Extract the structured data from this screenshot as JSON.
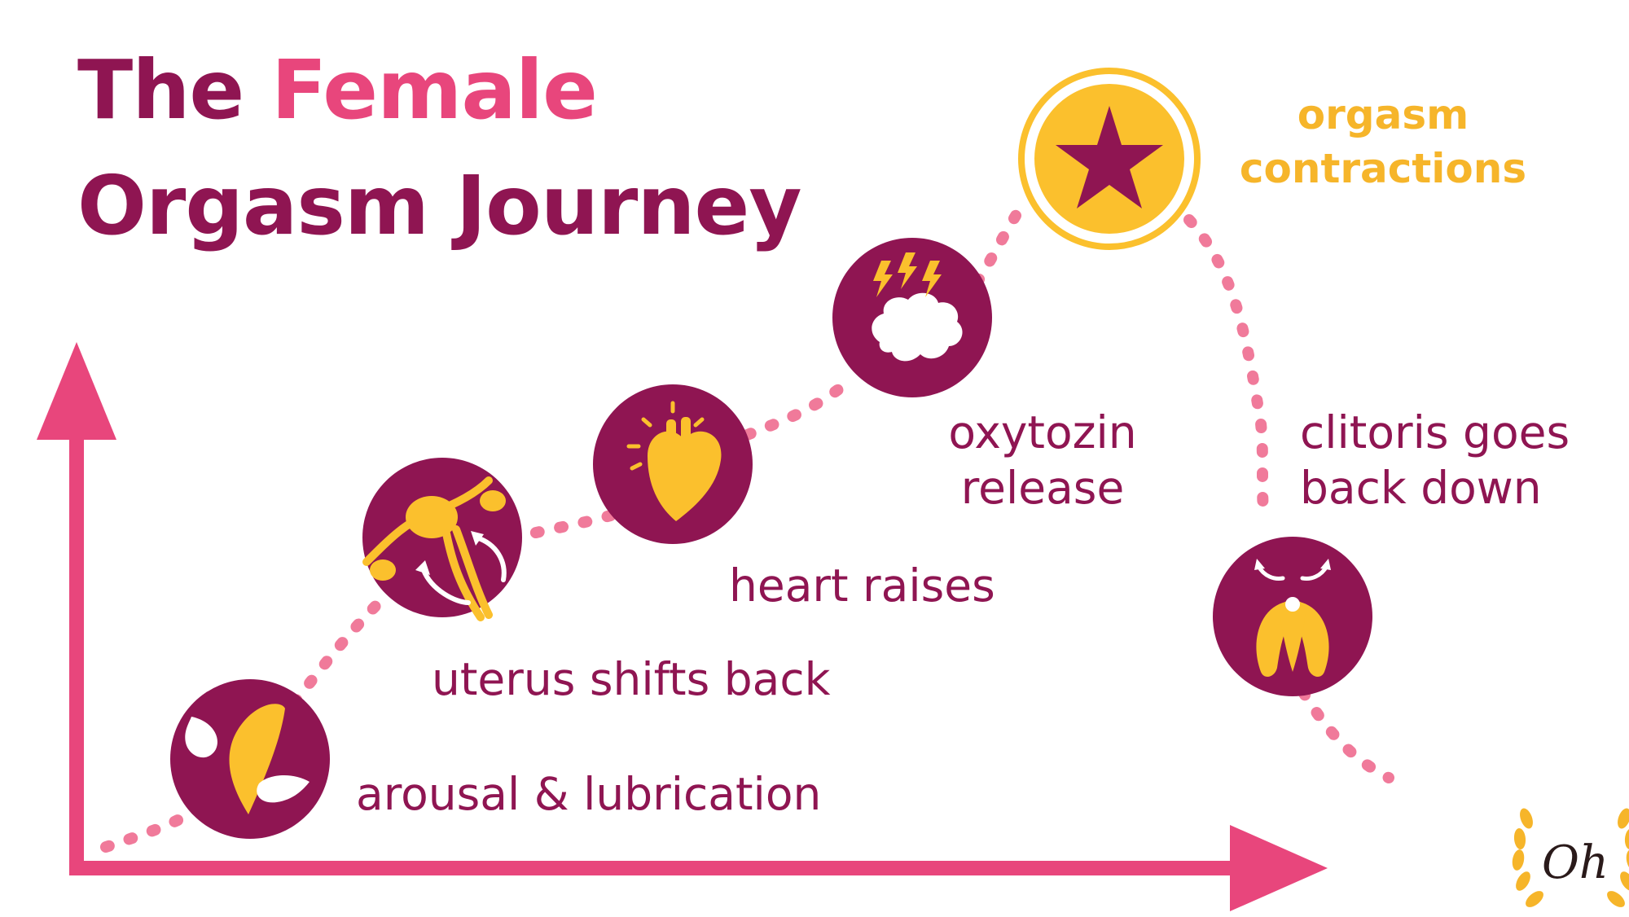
{
  "title": {
    "line1_part1": "The ",
    "line1_accent": "Female",
    "line2": "Orgasm Journey"
  },
  "stages": [
    {
      "label": "arousal & lubrication",
      "icon": "droplets-icon"
    },
    {
      "label": "uterus shifts back",
      "icon": "uterus-icon"
    },
    {
      "label": "heart raises",
      "icon": "heart-icon"
    },
    {
      "label_line1": "oxytozin",
      "label_line2": "release",
      "icon": "brain-lightning-icon"
    },
    {
      "label_line1": "orgasm",
      "label_line2": "contractions",
      "icon": "star-icon"
    },
    {
      "label_line1": "clitoris goes",
      "label_line2": "back down",
      "icon": "clitoris-icon"
    }
  ],
  "logo": {
    "text": "Oh",
    "icon": "laurel-wreath-icon"
  },
  "colors": {
    "primary": "#8f1552",
    "accent": "#e8467c",
    "gold": "#fbc02d",
    "gold_text": "#f6b52a",
    "dots": "#f07a9a"
  }
}
